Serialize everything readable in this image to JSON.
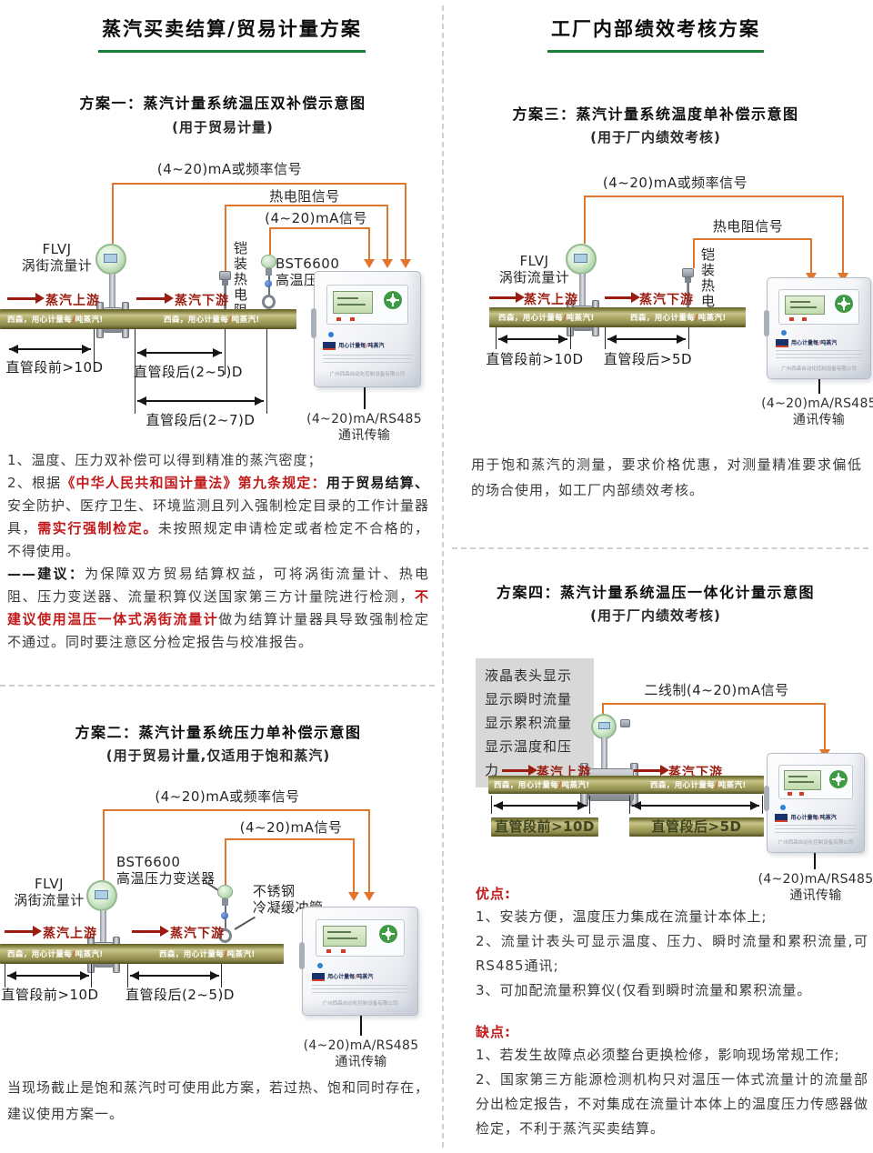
{
  "colors": {
    "accent_green": "#1a8038",
    "signal_orange": "#e0762c",
    "flow_red": "#9b1d12",
    "note_red": "#c21a1a",
    "pipe_olive": "#a6a25e"
  },
  "headers": {
    "left": "蒸汽买卖结算/贸易计量方案",
    "right": "工厂内部绩效考核方案"
  },
  "shared": {
    "flow_up": "蒸汽上游",
    "flow_down": "蒸汽下游",
    "pipe_text": {
      "pre": "西森，用心计量每",
      "slash": "/",
      "post": "吨蒸汽!"
    },
    "flowmeter": {
      "line1": "FLVJ",
      "line2": "涡街流量计"
    },
    "rtd_vertical": "铠装热电阻",
    "transmitter": {
      "line1": "BST6600",
      "line2": "高温压力变送器"
    },
    "comm": {
      "line1": "(4~20)mA/RS485",
      "line2": "通讯传输"
    },
    "cabinet": {
      "brand_pre": "用心计量每",
      "brand_slash": "/",
      "brand_post": "吨蒸汽",
      "company": "广州西森自动化控制设备有限公司"
    }
  },
  "scheme1": {
    "title": "方案一：蒸汽计量系统温压双补偿示意图",
    "subtitle": "(用于贸易计量)",
    "sig_freq": "(4~20)mA或频率信号",
    "sig_rtd": "热电阻信号",
    "sig_ma": "(4~20)mA信号",
    "dim_before": "直管段前>10D",
    "dim_after1": "直管段后(2~5)D",
    "dim_after2": "直管段后(2~7)D",
    "note1": "1、温度、压力双补偿可以得到精准的蒸汽密度；",
    "note2": {
      "s0": "2、根据",
      "s1": "《中华人民共和国计量法》第九条规定：",
      "s2": "用于贸易结算、",
      "s3": "安全防护、医疗卫生、环境监测且列入强制检定目录的工作计量器具，",
      "s4": "需实行强制检定。",
      "s5": "未按照规定申请检定或者检定不合格的，不得使用。"
    },
    "note3": {
      "s0": "——建议：",
      "s1": "为保障双方贸易结算权益，可将涡街流量计、热电阻、压力变送器、流量积算仪送国家第三方计量院进行检测，",
      "s2": "不建议使用温压一体式涡街流量计",
      "s3": "做为结算计量器具导致强制检定不通过。同时要注意区分检定报告与校准报告。"
    }
  },
  "scheme2": {
    "title": "方案二：蒸汽计量系统压力单补偿示意图",
    "subtitle": "(用于贸易计量,仅适用于饱和蒸汽)",
    "sig_freq": "(4~20)mA或频率信号",
    "sig_ma": "(4~20)mA信号",
    "steel": {
      "line1": "不锈钢",
      "line2": "冷凝缓冲管"
    },
    "dim_before": "直管段前>10D",
    "dim_after": "直管段后(2~5)D",
    "note": "当现场截止是饱和蒸汽时可使用此方案，若过热、饱和同时存在，建议使用方案一。"
  },
  "scheme3": {
    "title": "方案三：蒸汽计量系统温度单补偿示意图",
    "subtitle": "(用于厂内绩效考核)",
    "sig_freq": "(4~20)mA或频率信号",
    "sig_rtd": "热电阻信号",
    "dim_before": "直管段前>10D",
    "dim_after": "直管段后>5D",
    "note": "用于饱和蒸汽的测量，要求价格优惠，对测量精准要求偏低的场合使用，如工厂内部绩效考核。"
  },
  "scheme4": {
    "title": "方案四：蒸汽计量系统温压一体化计量示意图",
    "subtitle": "(用于厂内绩效考核)",
    "lcd_lines": [
      "液晶表头显示",
      "显示瞬时流量",
      "显示累积流量",
      "显示温度和压力"
    ],
    "sig_2wire": "二线制(4~20)mA信号",
    "dim_before": "直管段前>10D",
    "dim_after": "直管段后>5D",
    "pros_title": "优点:",
    "pros": [
      "1、安装方便，温度压力集成在流量计本体上;",
      "2、流量计表头可显示温度、压力、瞬时流量和累积流量,可RS485通讯;",
      "3、可加配流量积算仪(仅看到瞬时流量和累积流量。"
    ],
    "cons_title": "缺点:",
    "cons": [
      "1、若发生故障点必须整台更换检修，影响现场常规工作;",
      "2、国家第三方能源检测机构只对温压一体式流量计的流量部分出检定报告，不对集成在流量计本体上的温度压力传感器做检定，不利于蒸汽买卖结算。"
    ]
  }
}
